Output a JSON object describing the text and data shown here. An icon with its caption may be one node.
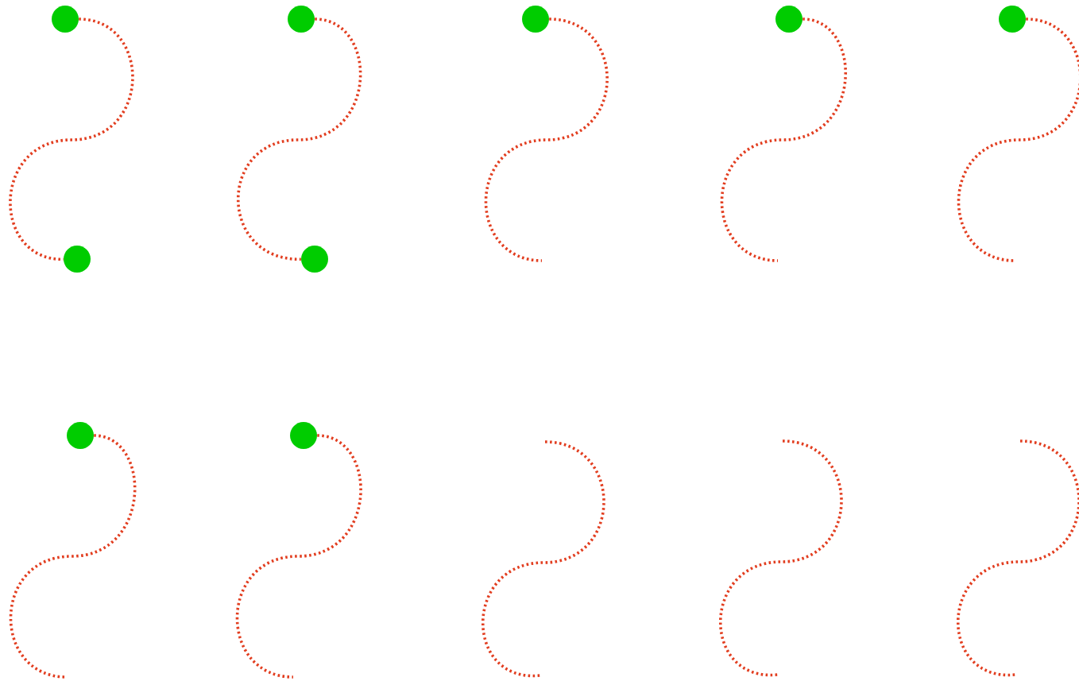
{
  "diagram": {
    "nodes": [
      {
        "text": [],
        "shape": "circle"
      },
      {
        "text": [],
        "shape": "circle"
      },
      {
        "text": [],
        "shape": "circle"
      },
      {
        "text": [],
        "shape": "circle"
      },
      {
        "text": [],
        "shape": "circle"
      },
      {
        "text": [],
        "shape": "circle"
      },
      {
        "text": [],
        "shape": "circle"
      },
      {
        "text": [],
        "shape": "circle"
      },
      {
        "text": [],
        "shape": "circle"
      }
    ],
    "edges": [
      {
        "from": 0,
        "to": 1,
        "arrow": "none"
      },
      {
        "from": 2,
        "to": 3,
        "arrow": "none"
      },
      {
        "from": 4,
        "to": null,
        "arrow": "none"
      },
      {
        "from": 5,
        "to": null,
        "arrow": "none"
      },
      {
        "from": 6,
        "to": null,
        "arrow": "none"
      },
      {
        "from": 7,
        "to": null,
        "arrow": "none"
      },
      {
        "from": 8,
        "to": null,
        "arrow": "none"
      }
    ]
  }
}
